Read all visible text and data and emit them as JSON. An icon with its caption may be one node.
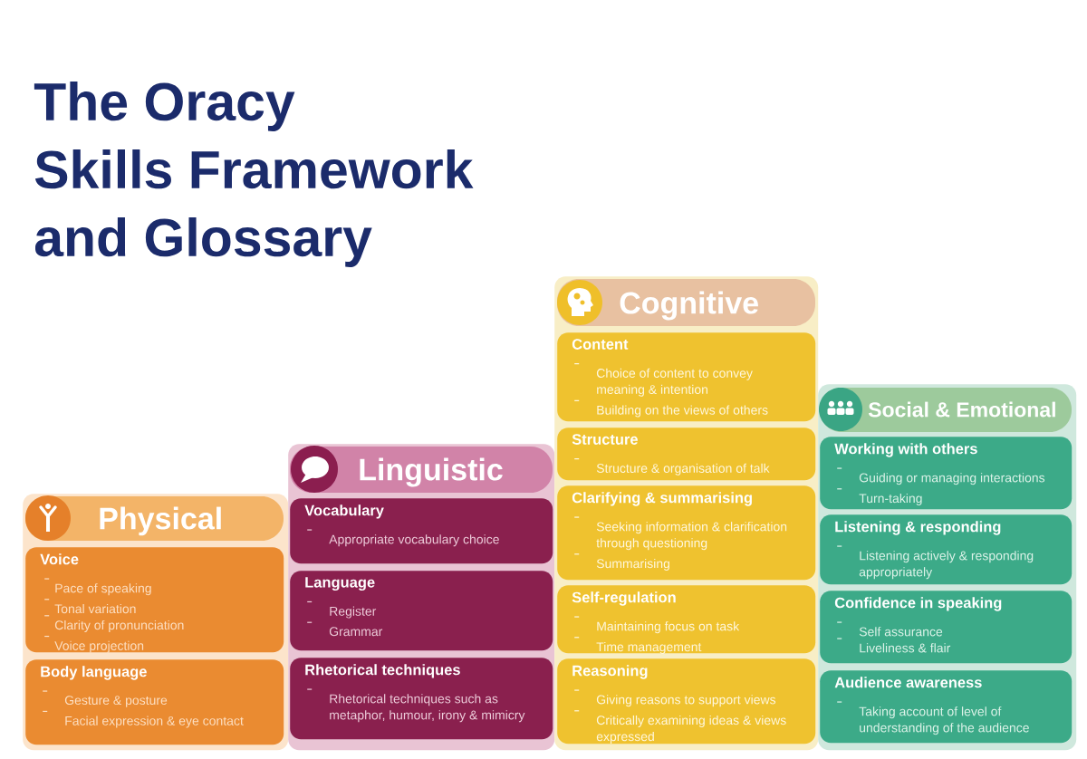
{
  "diagram": {
    "title": "The Oracy Skills Framework and Glossary",
    "nodes": [
      {
        "text": [
          "Physical"
        ]
      },
      {
        "text": [
          "Voice",
          "Pace of speaking",
          "Tonal variation",
          "Clarity of pronunciation",
          "Voice projection"
        ],
        "in": 0
      },
      {
        "text": [
          "Body language",
          "Gesture & posture",
          "Facial expression & eye contact"
        ],
        "in": 0
      },
      {
        "text": [
          "Linguistic"
        ]
      },
      {
        "text": [
          "Vocabulary",
          "Appropriate vocabulary choice"
        ],
        "in": 3
      },
      {
        "text": [
          "Language",
          "Register",
          "Grammar"
        ],
        "in": 3
      },
      {
        "text": [
          "Rhetorical techniques",
          "Rhetorical techniques such as metaphor, humour, irony & mimicry"
        ],
        "in": 3
      },
      {
        "text": [
          "Cognitive"
        ]
      },
      {
        "text": [
          "Content",
          "Choice of content to convey meaning & intention",
          "Building on the views of others"
        ],
        "in": 7
      },
      {
        "text": [
          "Structure",
          "Structure & organisation of talk"
        ],
        "in": 7
      },
      {
        "text": [
          "Clarifying & summarising",
          "Seeking information & clarification through questioning",
          "Summarising"
        ],
        "in": 7
      },
      {
        "text": [
          "Self-regulation",
          "Maintaining focus on task",
          "Time management"
        ],
        "in": 7
      },
      {
        "text": [
          "Reasoning",
          "Giving reasons to support views",
          "Critically examining ideas & views expressed"
        ],
        "in": 7
      },
      {
        "text": [
          "Social & Emotional"
        ]
      },
      {
        "text": [
          "Working with others",
          "Guiding or managing interactions",
          "Turn-taking"
        ],
        "in": 13
      },
      {
        "text": [
          "Listening & responding",
          "Listening actively & responding appropriately"
        ],
        "in": 13
      },
      {
        "text": [
          "Confidence in speaking",
          "Self assurance",
          "Liveliness & flair"
        ],
        "in": 13
      },
      {
        "text": [
          "Audience awareness",
          "Taking account of level of understanding of the audience"
        ],
        "in": 13
      }
    ]
  }
}
